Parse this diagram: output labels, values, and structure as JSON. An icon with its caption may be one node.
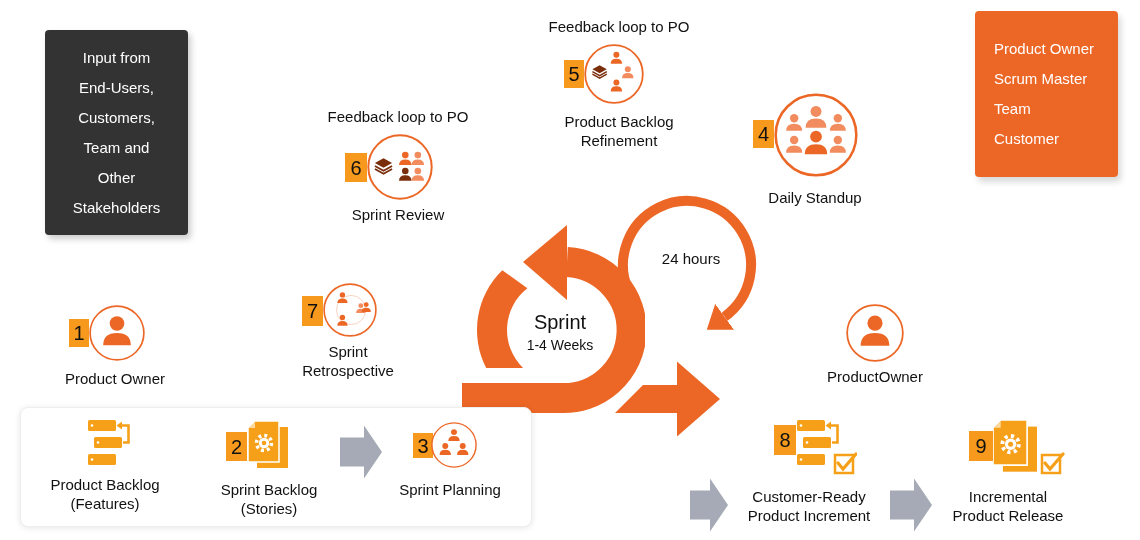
{
  "diagram": {
    "nodes": [
      {
        "text": [
          "Input from End-Users, Customers, Team and Other Stakeholders"
        ]
      },
      {
        "text": [
          "Feedback loop to PO",
          "5",
          "Product Backlog Refinement"
        ]
      },
      {
        "text": [
          "Product Owner",
          "Scrum Master",
          "Team",
          "Customer"
        ]
      },
      {
        "text": [
          "Feedback loop to PO",
          "6",
          "Sprint Review"
        ]
      },
      {
        "text": [
          "4",
          "Daily Standup"
        ]
      },
      {
        "text": [
          "1",
          "Product Owner"
        ]
      },
      {
        "text": [
          "7",
          "Sprint Retrospective"
        ]
      },
      {
        "text": [
          "Sprint",
          "1-4 Weeks"
        ]
      },
      {
        "text": [
          "ProductOwner"
        ]
      },
      {
        "text": [],
        "shape": "box"
      },
      {
        "text": [
          "Product Backlog (Features)"
        ],
        "in": 9
      },
      {
        "text": [
          "2",
          "Sprint Backlog (Stories)"
        ],
        "in": 9
      },
      {
        "text": [
          "3",
          "Sprint Planning"
        ],
        "in": 9
      },
      {
        "text": [
          "8",
          "Customer-Ready Product Increment"
        ]
      },
      {
        "text": [
          "9",
          "Incremental Product Release"
        ]
      }
    ],
    "edges": [
      {
        "from": 11,
        "to": 12,
        "arrow": "to",
        "style": "thick"
      },
      {
        "from": 7,
        "to": null,
        "arrow": "to",
        "style": "thick",
        "color": "#ec6726"
      },
      {
        "from": 7,
        "to": null,
        "arrow": "to",
        "color": "#ec6726"
      },
      {
        "from": null,
        "to": 13,
        "arrow": "to",
        "style": "thick"
      },
      {
        "from": 13,
        "to": 14,
        "arrow": "to",
        "style": "thick"
      }
    ],
    "labels": [
      "24 hours"
    ]
  }
}
